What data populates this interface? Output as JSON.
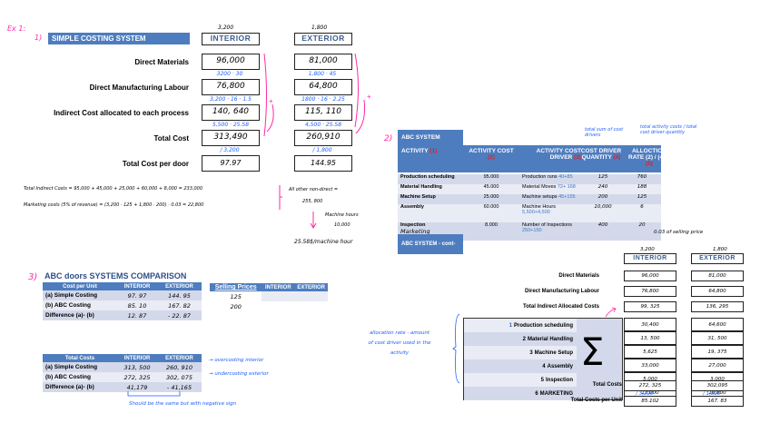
{
  "exercise_label": "Ex 1:",
  "section1": {
    "marker": "1)",
    "title": "SIMPLE COSTING SYSTEM",
    "interior": {
      "qty_note": "3,200",
      "header": "INTERIOR"
    },
    "exterior": {
      "qty_note": "1,800",
      "header": "EXTERIOR"
    },
    "rows": [
      {
        "label": "Direct Materials",
        "interior": "96,000",
        "exterior": "81,000",
        "interior_note": "3200 · 30",
        "exterior_note": "1,800 · 45"
      },
      {
        "label": "Direct Manufacturing  Labour",
        "interior": "76,800",
        "exterior": "64,800",
        "interior_note": "3,200 · 16 · 1.5",
        "exterior_note": "1800 · 16 · 2.25"
      },
      {
        "label": "Indirect  Cost allocated to each process",
        "interior": "140, 640",
        "exterior": "115, 110",
        "interior_note": "5,500 · 25.58",
        "exterior_note": "4,500 · 25.58"
      },
      {
        "label": "Total Cost",
        "interior": "313,490",
        "exterior": "260,910",
        "interior_note": "/ 3,200",
        "exterior_note": "/ 1,800"
      },
      {
        "label": "Total Cost per door",
        "interior": "97.97",
        "exterior": "144.95"
      }
    ],
    "plus_sign": "+"
  },
  "notes": {
    "total_indirect": "Total  Indirect  Costs = 95,000 + 45,000 + 25,000 + 60,000 + 8,000 = 233,000",
    "marketing": "Marketing  costs  (5% of revenue) =  (3,200 · 125 + 1,800 · 200) · 0.03 = 22,800",
    "all_other": "All other non-direct =",
    "all_other_value": "255, 800",
    "machine_hours": "Machine hours",
    "machine_hours_value": "10,000",
    "rate": "25.58$/machine hour"
  },
  "section2": {
    "marker": "2)",
    "title": "ABC SYSTEM",
    "annotation_a": "total sum of cost drivers",
    "annotation_b": "total activity costs / total cost driver quantity",
    "columns": [
      {
        "text": "ACTIVITY ",
        "num": "(1)"
      },
      {
        "text": "ACTIVITY COST",
        "num": "(2)"
      },
      {
        "text": "ACTIVITY COST DRIVER ",
        "num": "(3)"
      },
      {
        "text": "COST DRIVER QUANTITY ",
        "num": "(4)"
      },
      {
        "text": "ALLOCTION RATE (2) / (4) = ",
        "num": "(5)"
      }
    ],
    "rows": [
      {
        "activity": "Production scheduling",
        "cost": "95.000",
        "driver": "Production runs",
        "driver_calc": "40+85",
        "quantity": "125",
        "rate": "760"
      },
      {
        "activity": "Material Handling",
        "cost": "45.000",
        "driver": "Material Moves",
        "driver_calc": "72+ 168",
        "quantity": "240",
        "rate": "188"
      },
      {
        "activity": "Machine Setup",
        "cost": "25.000",
        "driver": "Machine setups",
        "driver_calc": "45+155",
        "quantity": "200",
        "rate": "125"
      },
      {
        "activity": "Assembly",
        "cost": "60.000",
        "driver": "Machine Hours",
        "driver_calc": "5,500+4,500",
        "quantity": "10,000",
        "rate": "6"
      },
      {
        "activity": "Inspection",
        "cost": "8.000",
        "driver": "Number of Inspections",
        "driver_calc": "250+150",
        "quantity": "400",
        "rate": "20"
      }
    ],
    "marketing_label": "Marketing",
    "marketing_note": "0.03 of selling price",
    "cont_title": "ABC SYSTEM  - cont-"
  },
  "abc_cont": {
    "interior": {
      "qty_note": "3,200",
      "header": "INTERIOR"
    },
    "exterior": {
      "qty_note": "1,800",
      "header": "EXTERIOR"
    },
    "rows": [
      {
        "label": "Direct Materials",
        "interior": "96,000",
        "exterior": "81,000"
      },
      {
        "label": "Direct Manufacturing  Labour",
        "interior": "76,800",
        "exterior": "64,800"
      },
      {
        "label": "Total Indirect Allocated Costs",
        "interior": "99, 325",
        "exterior": "136, 295"
      }
    ],
    "allocation_note": "allocation rate · amount of cost driver used in the activity",
    "sigma": "Σ",
    "activities": [
      {
        "num": "1",
        "label": "Production scheduling",
        "interior": "30,400",
        "exterior": "64,600"
      },
      {
        "num": "2",
        "label": "Material Handling",
        "interior": "13, 500",
        "exterior": "31, 500"
      },
      {
        "num": "3",
        "label": "Machine Setup",
        "interior": "5,625",
        "exterior": "19, 375"
      },
      {
        "num": "4",
        "label": "Assembly",
        "interior": "33,000",
        "exterior": "27,000"
      },
      {
        "num": "5",
        "label": "Inspection",
        "interior": "5,000",
        "exterior": "3,000"
      },
      {
        "num": "6",
        "label": "MARKETING",
        "interior": "12,000",
        "exterior": "10,800"
      }
    ],
    "total_costs_label": "Total Costs",
    "total_costs": {
      "interior": "272, 325",
      "exterior": "302,095"
    },
    "divide_notes": {
      "interior": "/ 3,200",
      "exterior": "/ 1,800"
    },
    "per_unit_label": "Total Costs per Unit",
    "per_unit": {
      "interior": "85.102",
      "exterior": "167. 83"
    }
  },
  "section3": {
    "marker": "3)",
    "title": "ABC doors  SYSTEMS COMPARISON",
    "cost_per_unit": {
      "headers": [
        "Cost per Unit",
        "INTERIOR",
        "EXTERIOR"
      ],
      "rows": [
        {
          "label": "(a) Simple Costing",
          "interior": "97. 97",
          "exterior": "144. 95"
        },
        {
          "label": "(b) ABC Costing",
          "interior": "85. 10",
          "exterior": "167. 82"
        },
        {
          "label": "Difference  (a)- (b)",
          "interior": "12. 87",
          "exterior": "- 22. 87"
        }
      ]
    },
    "selling_prices": {
      "headers": [
        "Selling Prices",
        "INTERIOR",
        "EXTERIOR"
      ],
      "values": [
        "125",
        "200"
      ]
    },
    "total_costs": {
      "headers": [
        "Total Costs",
        "INTERIOR",
        "EXTERIOR"
      ],
      "rows": [
        {
          "label": "(a) Simple Costing",
          "interior": "313, 500",
          "exterior": "260, 910"
        },
        {
          "label": "(b) ABC Costing",
          "interior": "272, 325",
          "exterior": "302, 075"
        },
        {
          "label": "Difference  (a)- (b)",
          "interior": "41,179",
          "exterior": "- 41,165"
        }
      ]
    },
    "notes": {
      "overcosting": "→ overcosting  interior",
      "undercosting": "→ undercosting  exterior",
      "same_sign": "Should be the same but with negative sign"
    }
  }
}
